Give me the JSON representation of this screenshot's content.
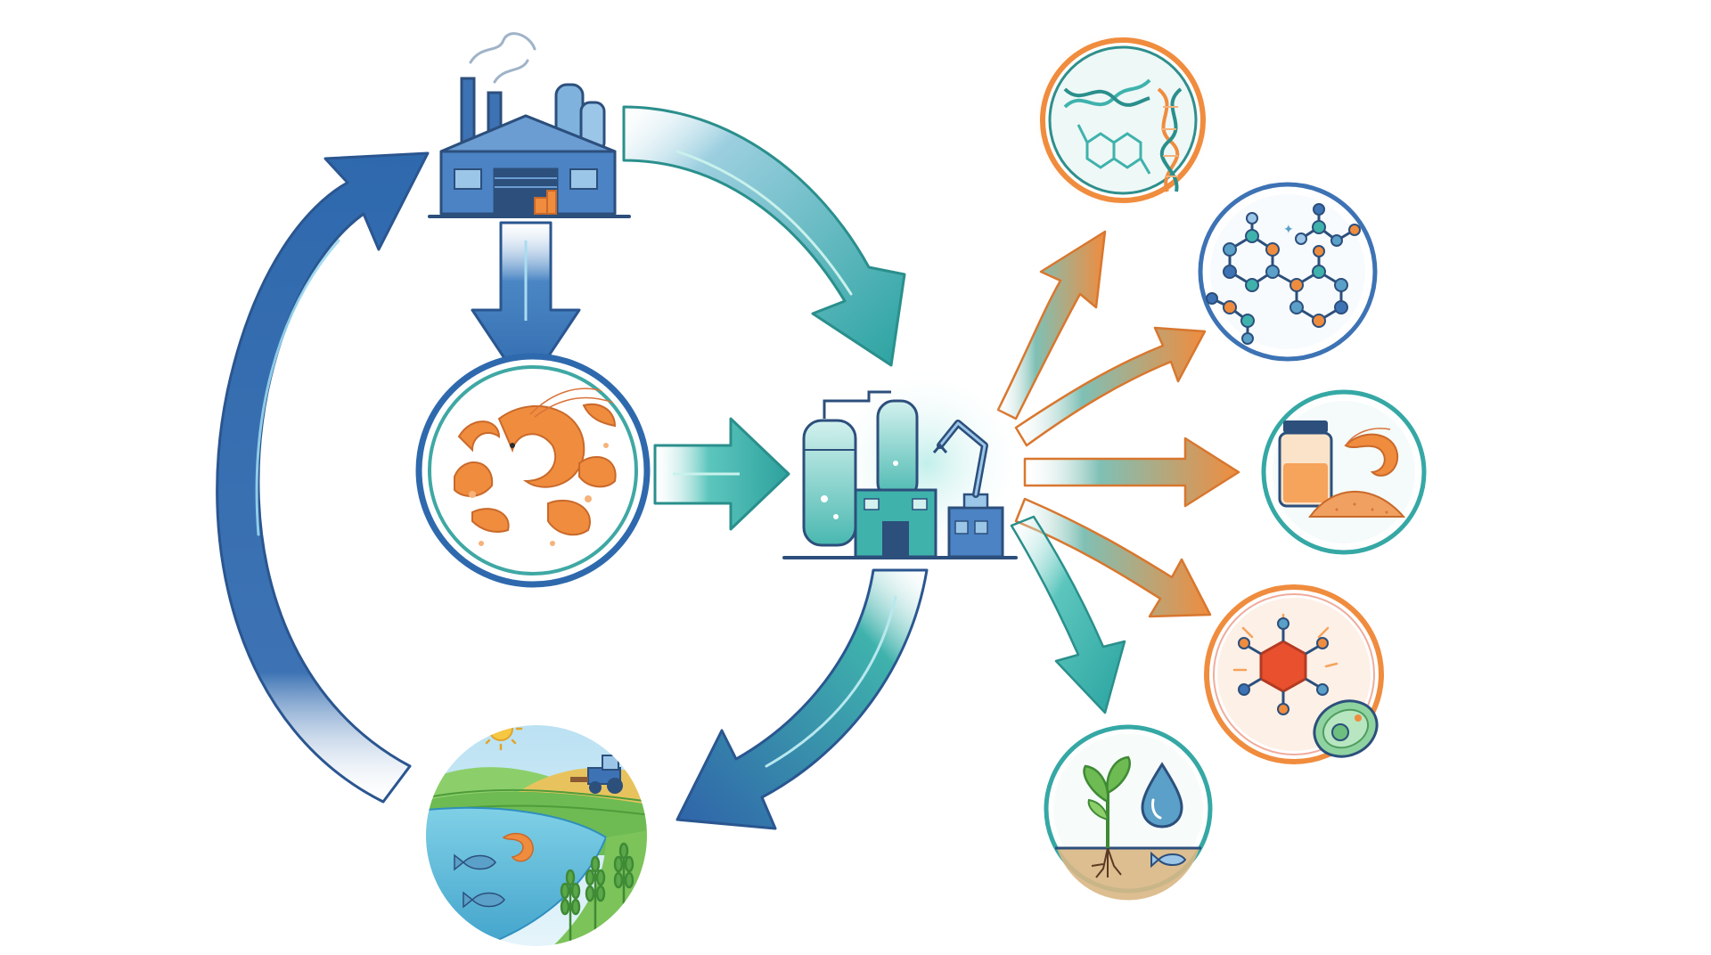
{
  "diagram": {
    "theme": "shrimp processing waste valorization circular economy",
    "colors": {
      "blue": "#3d73b4",
      "blue_dark": "#2a5690",
      "teal": "#35a8a5",
      "teal_light": "#6fd0c8",
      "orange": "#f08c3e",
      "orange_light": "#f6b27a",
      "outline": "#2c4f7c"
    },
    "nodes": [
      {
        "id": "processing-plant",
        "icon": "factory-icon"
      },
      {
        "id": "shrimp-waste",
        "icon": "shrimp-icon"
      },
      {
        "id": "biorefinery",
        "icon": "biorefinery-icon"
      },
      {
        "id": "aquaculture-farm",
        "icon": "landscape-icon"
      }
    ],
    "products": [
      {
        "id": "biopolymers",
        "icon": "dna-molecule-icon",
        "ring": "#f08c3e"
      },
      {
        "id": "chemicals",
        "icon": "molecule-network-icon",
        "ring": "#3d73b4"
      },
      {
        "id": "nutrition",
        "icon": "jar-powder-icon",
        "ring": "#35a8a5"
      },
      {
        "id": "pharmaceuticals",
        "icon": "astaxanthin-cell-icon",
        "ring": "#f08c3e"
      },
      {
        "id": "agriculture",
        "icon": "plant-water-icon",
        "ring": "#35a8a5"
      }
    ]
  }
}
